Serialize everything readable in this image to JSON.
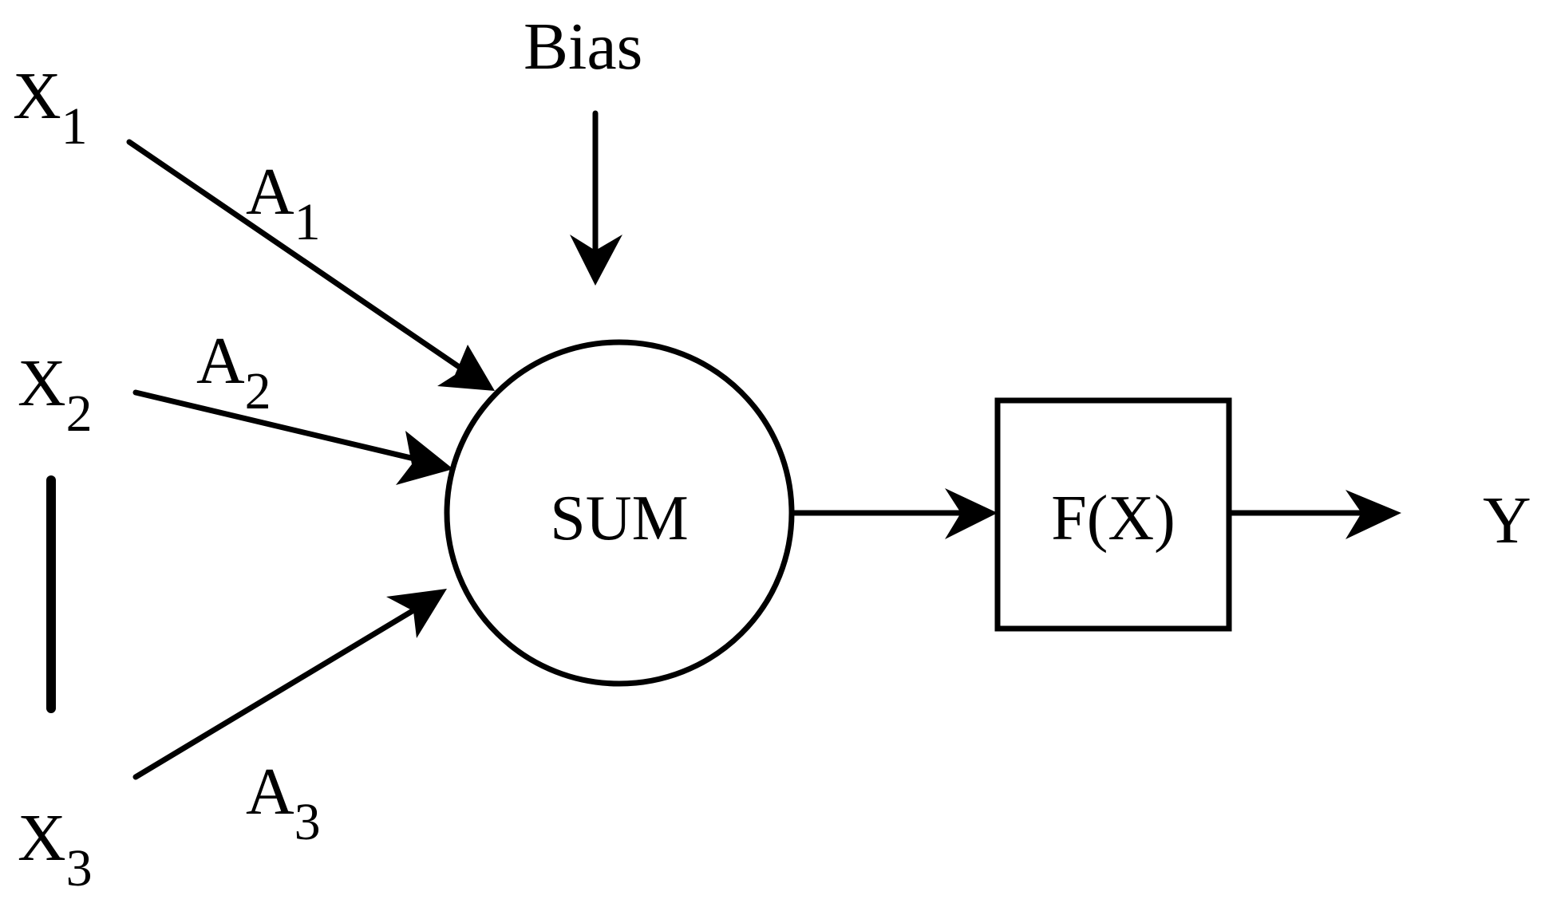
{
  "inputs": [
    {
      "letter": "X",
      "index": "1"
    },
    {
      "letter": "X",
      "index": "2"
    },
    {
      "letter": "X",
      "index": "3"
    }
  ],
  "weights": [
    {
      "letter": "A",
      "index": "1"
    },
    {
      "letter": "A",
      "index": "2"
    },
    {
      "letter": "A",
      "index": "3"
    }
  ],
  "bias_label": "Bias",
  "sum_label": "SUM",
  "function_label": "F(X)",
  "output_label": "Y",
  "colors": {
    "ink": "#000000",
    "background": "#ffffff"
  }
}
